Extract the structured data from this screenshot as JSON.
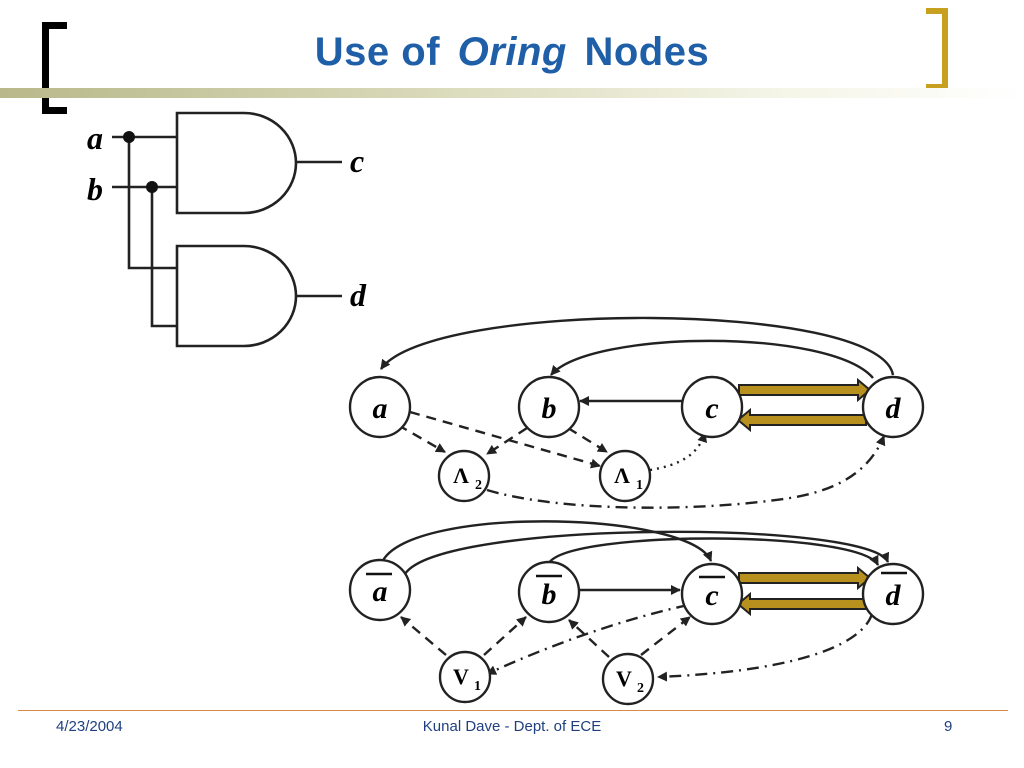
{
  "slide": {
    "title_part1": "Use of",
    "title_italic": "Oring",
    "title_part2": "Nodes"
  },
  "circuit": {
    "input_a": "a",
    "input_b": "b",
    "output_c": "c",
    "output_d": "d"
  },
  "graph_and": {
    "a": "a",
    "b": "b",
    "c": "c",
    "d": "d",
    "and1": "Λ",
    "and1_sub": "1",
    "and2": "Λ",
    "and2_sub": "2"
  },
  "graph_or": {
    "a": "a",
    "b": "b",
    "c": "c",
    "d": "d",
    "or1": "V",
    "or1_sub": "1",
    "or2": "V",
    "or2_sub": "2"
  },
  "colors": {
    "title": "#1f5fa8",
    "accent_gold": "#c8a020",
    "arrow_gold": "#b8901e",
    "footer_text": "#1f3f7f",
    "footer_rule": "#d88a4a"
  },
  "footer": {
    "date": "4/23/2004",
    "author": "Kunal Dave - Dept. of ECE",
    "page": "9"
  }
}
